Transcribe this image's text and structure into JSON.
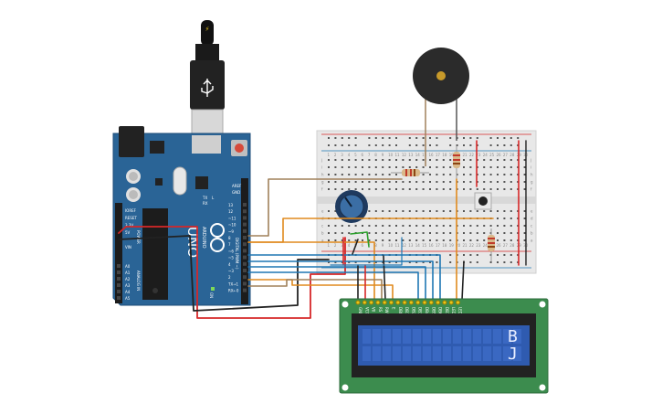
{
  "arduino": {
    "brand": "ARDUINO",
    "model": "UNO",
    "on_label": "ON",
    "tx_label": "TX",
    "rx_label": "RX",
    "l_label": "L",
    "aref": "AREF",
    "gnd": "GND",
    "digital_label": "DIGITAL (PWM ~)",
    "analog_label": "ANALOG IN",
    "power_label": "POWER",
    "reset_label": "RESET",
    "ioref_label": "IOREF",
    "v33_label": "3.3V",
    "v5_label": "5V",
    "vin_label": "VIN",
    "digital_pins": [
      "13",
      "12",
      "~11",
      "~10",
      "~9",
      "8",
      "7",
      "~6",
      "~5",
      "4",
      "~3",
      "2",
      "TX→1",
      "RX←0"
    ],
    "analog_pins": [
      "A0",
      "A1",
      "A2",
      "A3",
      "A4",
      "A5"
    ]
  },
  "lcd": {
    "line1": "B",
    "line2": "J",
    "pin_labels": [
      "GND",
      "VCC",
      "V0",
      "RS",
      "RW",
      "E",
      "DB0",
      "DB1",
      "DB2",
      "DB3",
      "DB4",
      "DB5",
      "DB6",
      "DB7",
      "LED+",
      "LED-"
    ]
  },
  "breadboard": {
    "row_letters_top": [
      "j",
      "i",
      "h",
      "g",
      "f"
    ],
    "row_letters_bottom": [
      "e",
      "d",
      "c",
      "b",
      "a"
    ],
    "columns": [
      "1",
      "2",
      "3",
      "4",
      "5",
      "6",
      "7",
      "8",
      "9",
      "10",
      "11",
      "12",
      "13",
      "14",
      "15",
      "16",
      "17",
      "18",
      "19",
      "20",
      "21",
      "22",
      "23",
      "24",
      "25",
      "26",
      "27",
      "28",
      "29",
      "30"
    ]
  },
  "colors": {
    "board_blue": "#2a6496",
    "lcd_green": "#3c8c4e",
    "lcd_screen": "#2f5bb0",
    "wire_red": "#d62728",
    "wire_orange": "#e08a1e",
    "wire_blue": "#1f77b4",
    "wire_black": "#222222",
    "wire_brown": "#8c5a2b",
    "wire_green": "#2ca02c"
  },
  "icons": {
    "usb": "usb-plug-icon",
    "buzzer": "piezo-buzzer-icon",
    "potentiometer": "potentiometer-icon",
    "button": "pushbutton-icon"
  }
}
